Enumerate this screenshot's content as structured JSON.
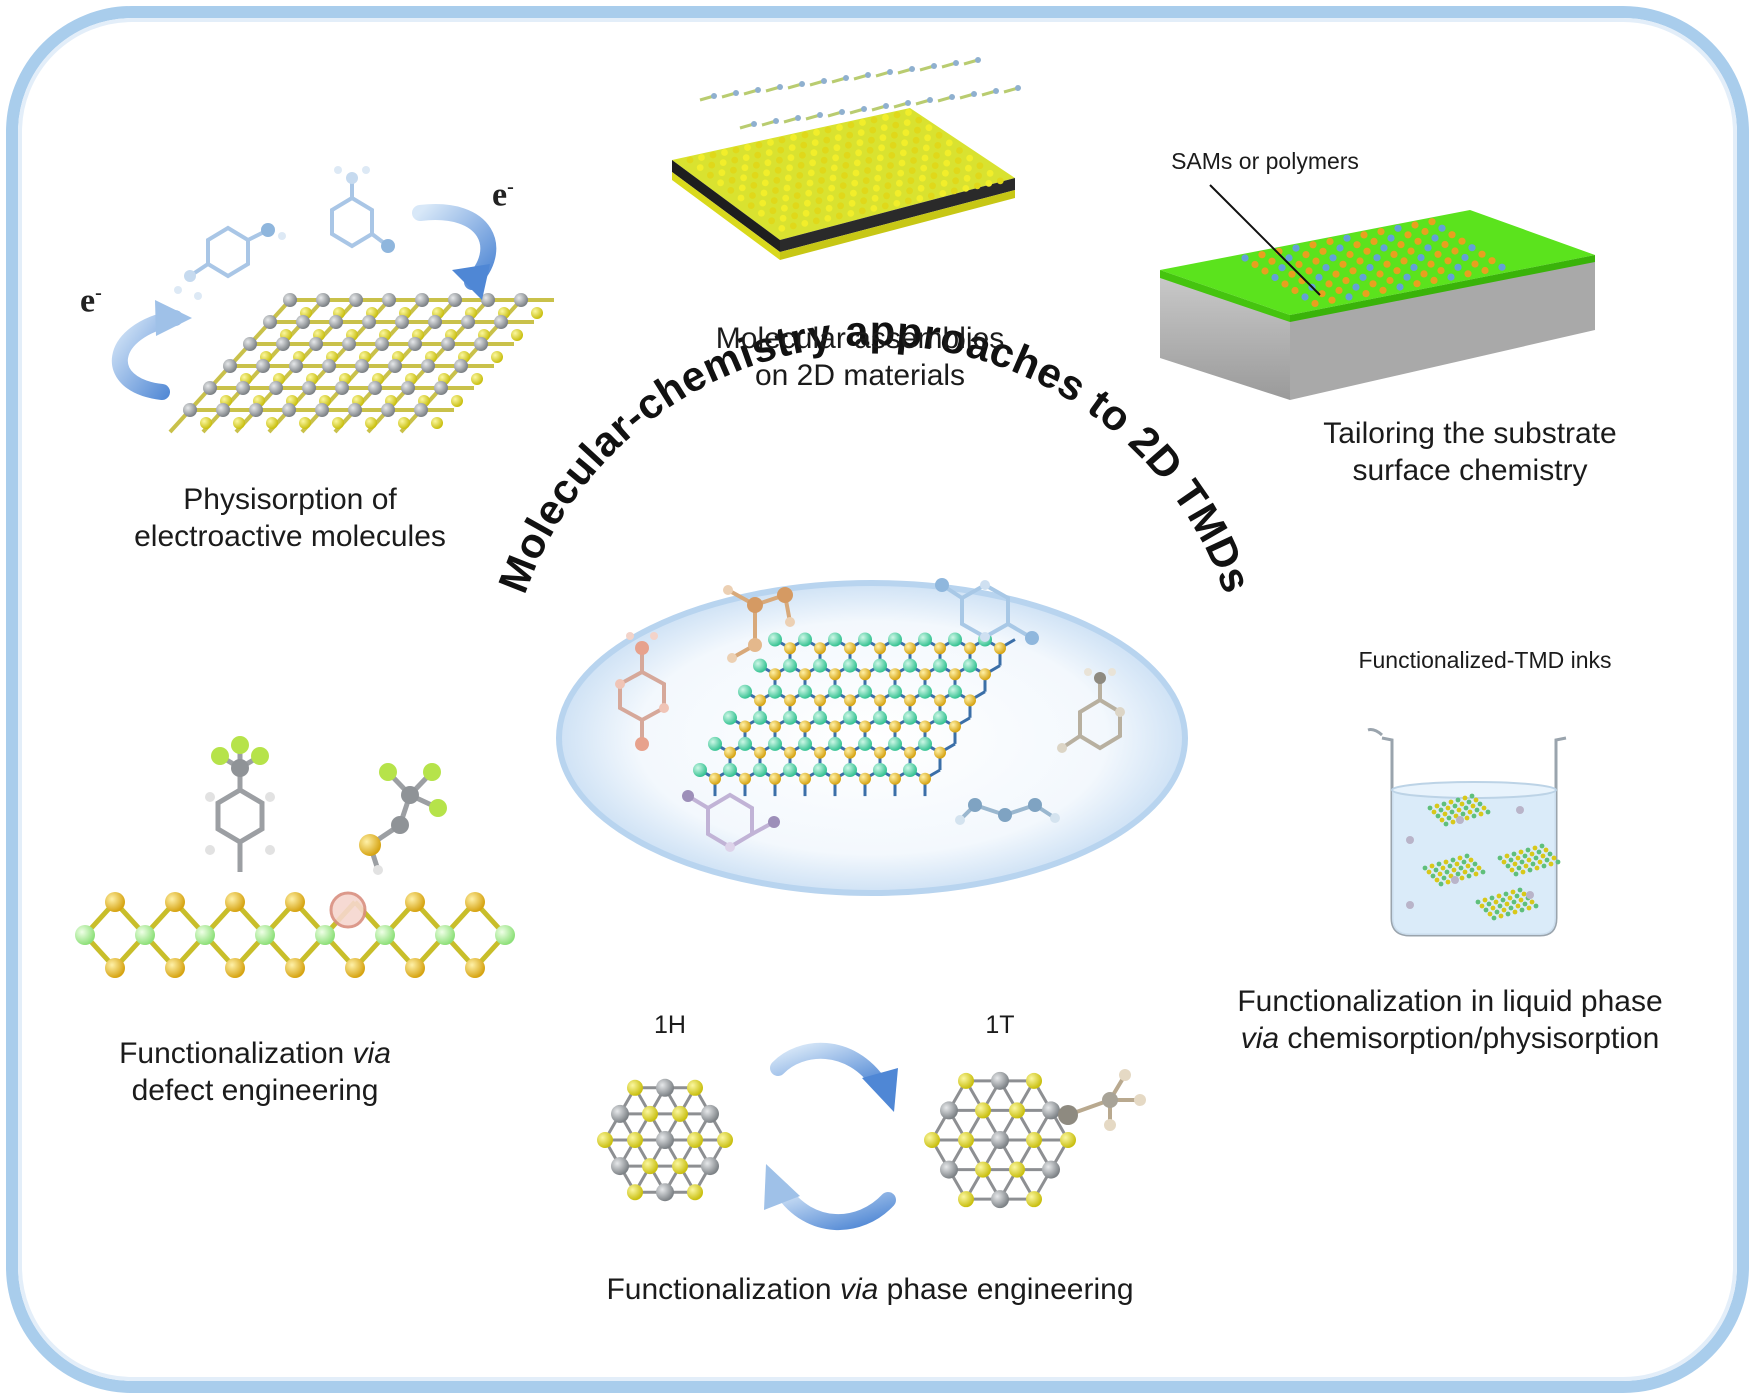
{
  "central_title": "Molecular-chemistry approaches to 2D TMDs",
  "panels": {
    "physisorption": {
      "line1": "Physisorption of",
      "line2": "electroactive molecules",
      "electron_left": "e",
      "electron_right": "e",
      "charge": "-"
    },
    "assemblies": {
      "line1": "Molecular assemblies",
      "line2": "on 2D materials"
    },
    "substrate": {
      "callout": "SAMs or polymers",
      "line1": "Tailoring the substrate",
      "line2": "surface chemistry"
    },
    "inks": {
      "callout": "Functionalized-TMD  inks",
      "line1": "Functionalization  in liquid phase",
      "line2_italic": "via",
      "line2_rest": " chemisorption/physisorption"
    },
    "defect": {
      "line1_main": "Functionalization ",
      "line1_italic": "via",
      "line2": "defect engineering"
    },
    "phase": {
      "phase_left": "1H",
      "phase_right": "1T",
      "text_main": "Functionalization ",
      "text_italic": "via",
      "text_rest": " phase engineering"
    }
  },
  "colors": {
    "border": "#a9cdec",
    "sulfur": "#e5df1e",
    "metal": "#9fa3a6",
    "green_substrate": "#57e41c",
    "arrow_blue": "#5a8fd8",
    "center_ellipse": "#cfe2f5"
  }
}
